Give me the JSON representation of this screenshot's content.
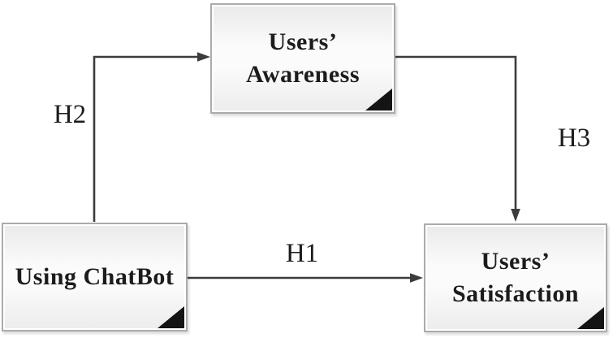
{
  "figure": {
    "nodes": {
      "awareness": {
        "line1": "Users’",
        "line2": "Awareness"
      },
      "chatbot": {
        "line1": "Using ChatBot"
      },
      "satisfaction": {
        "line1": "Users’",
        "line2": "Satisfaction"
      }
    },
    "edges": {
      "h1": {
        "label": "H1",
        "from": "Using ChatBot",
        "to": "Users’ Satisfaction"
      },
      "h2": {
        "label": "H2",
        "from": "Using ChatBot",
        "to": "Users’ Awareness"
      },
      "h3": {
        "label": "H3",
        "from": "Users’ Awareness",
        "to": "Users’ Satisfaction"
      }
    }
  },
  "colors": {
    "background": "#ffffff",
    "line": "#3c3c3c",
    "box_border": "#ababab",
    "box_fill_top": "#eaeaea",
    "box_fill_mid": "#fbfbfb",
    "box_fill_bottom": "#ececec",
    "corner_triangle": "#141414",
    "text": "#1c1c1c"
  }
}
